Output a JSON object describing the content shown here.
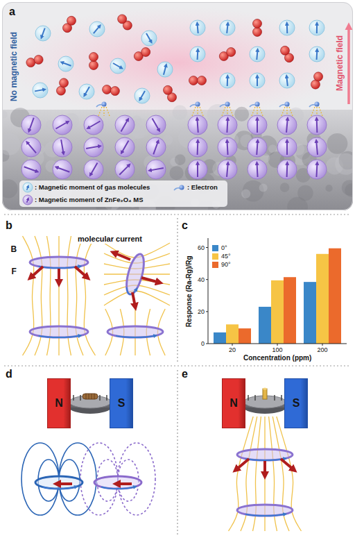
{
  "diagram": {
    "nodes": [
      {
        "text": [
          "a",
          "No magnetic field",
          "Magnetic field"
        ]
      },
      {
        "text": [
          "N"
        ]
      },
      {
        "text": [
          "S"
        ]
      },
      {
        "text": [
          "N"
        ]
      },
      {
        "text": [
          "S"
        ]
      }
    ],
    "labels": [
      "b",
      "B",
      "F",
      "molecular current",
      "c",
      "Response (Ra-Rg)/Rg",
      "0",
      "20",
      "40",
      "60",
      "20",
      "100",
      "200",
      "Concentration (ppm)",
      "d",
      "e"
    ],
    "legend": [
      {
        "text": ": Magnetic moment of gas molecules"
      },
      {
        "text": ": Electron"
      },
      {
        "text": ": Magnetic moment of ZnFe₂O₄ MS"
      },
      {
        "text": "0°",
        "color": "#3a87c8"
      },
      {
        "text": "45°",
        "color": "#f6c445"
      },
      {
        "text": "90°",
        "color": "#eb6a2c"
      }
    ]
  }
}
